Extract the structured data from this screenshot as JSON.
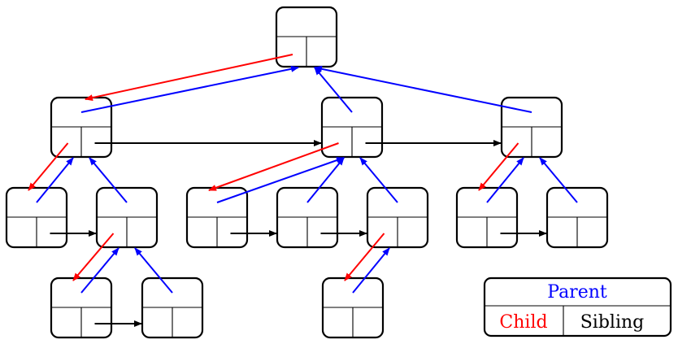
{
  "colors": {
    "parent": "#0000ff",
    "child": "#ff0000",
    "sibling": "#000000"
  },
  "nodes": [
    {
      "id": "root"
    },
    {
      "id": "a"
    },
    {
      "id": "b"
    },
    {
      "id": "c"
    },
    {
      "id": "a1"
    },
    {
      "id": "a2"
    },
    {
      "id": "b1"
    },
    {
      "id": "b2"
    },
    {
      "id": "b3"
    },
    {
      "id": "c1"
    },
    {
      "id": "c2"
    },
    {
      "id": "a2a"
    },
    {
      "id": "a2b"
    },
    {
      "id": "b3a"
    }
  ],
  "edges": {
    "parent": [
      [
        "a",
        "root"
      ],
      [
        "b",
        "root"
      ],
      [
        "c",
        "root"
      ],
      [
        "a1",
        "a"
      ],
      [
        "a2",
        "a"
      ],
      [
        "b1",
        "b"
      ],
      [
        "b2",
        "b"
      ],
      [
        "b3",
        "b"
      ],
      [
        "c1",
        "c"
      ],
      [
        "c2",
        "c"
      ],
      [
        "a2a",
        "a2"
      ],
      [
        "a2b",
        "a2"
      ],
      [
        "b3a",
        "b3"
      ]
    ],
    "child": [
      [
        "root",
        "a"
      ],
      [
        "a",
        "a1"
      ],
      [
        "b",
        "b1"
      ],
      [
        "c",
        "c1"
      ],
      [
        "a2",
        "a2a"
      ],
      [
        "b3",
        "b3a"
      ]
    ],
    "sibling": [
      [
        "a",
        "b"
      ],
      [
        "b",
        "c"
      ],
      [
        "a1",
        "a2"
      ],
      [
        "b1",
        "b2"
      ],
      [
        "b2",
        "b3"
      ],
      [
        "c1",
        "c2"
      ],
      [
        "a2a",
        "a2b"
      ]
    ]
  },
  "legend": {
    "parent": "Parent",
    "child": "Child",
    "sibling": "Sibling"
  }
}
